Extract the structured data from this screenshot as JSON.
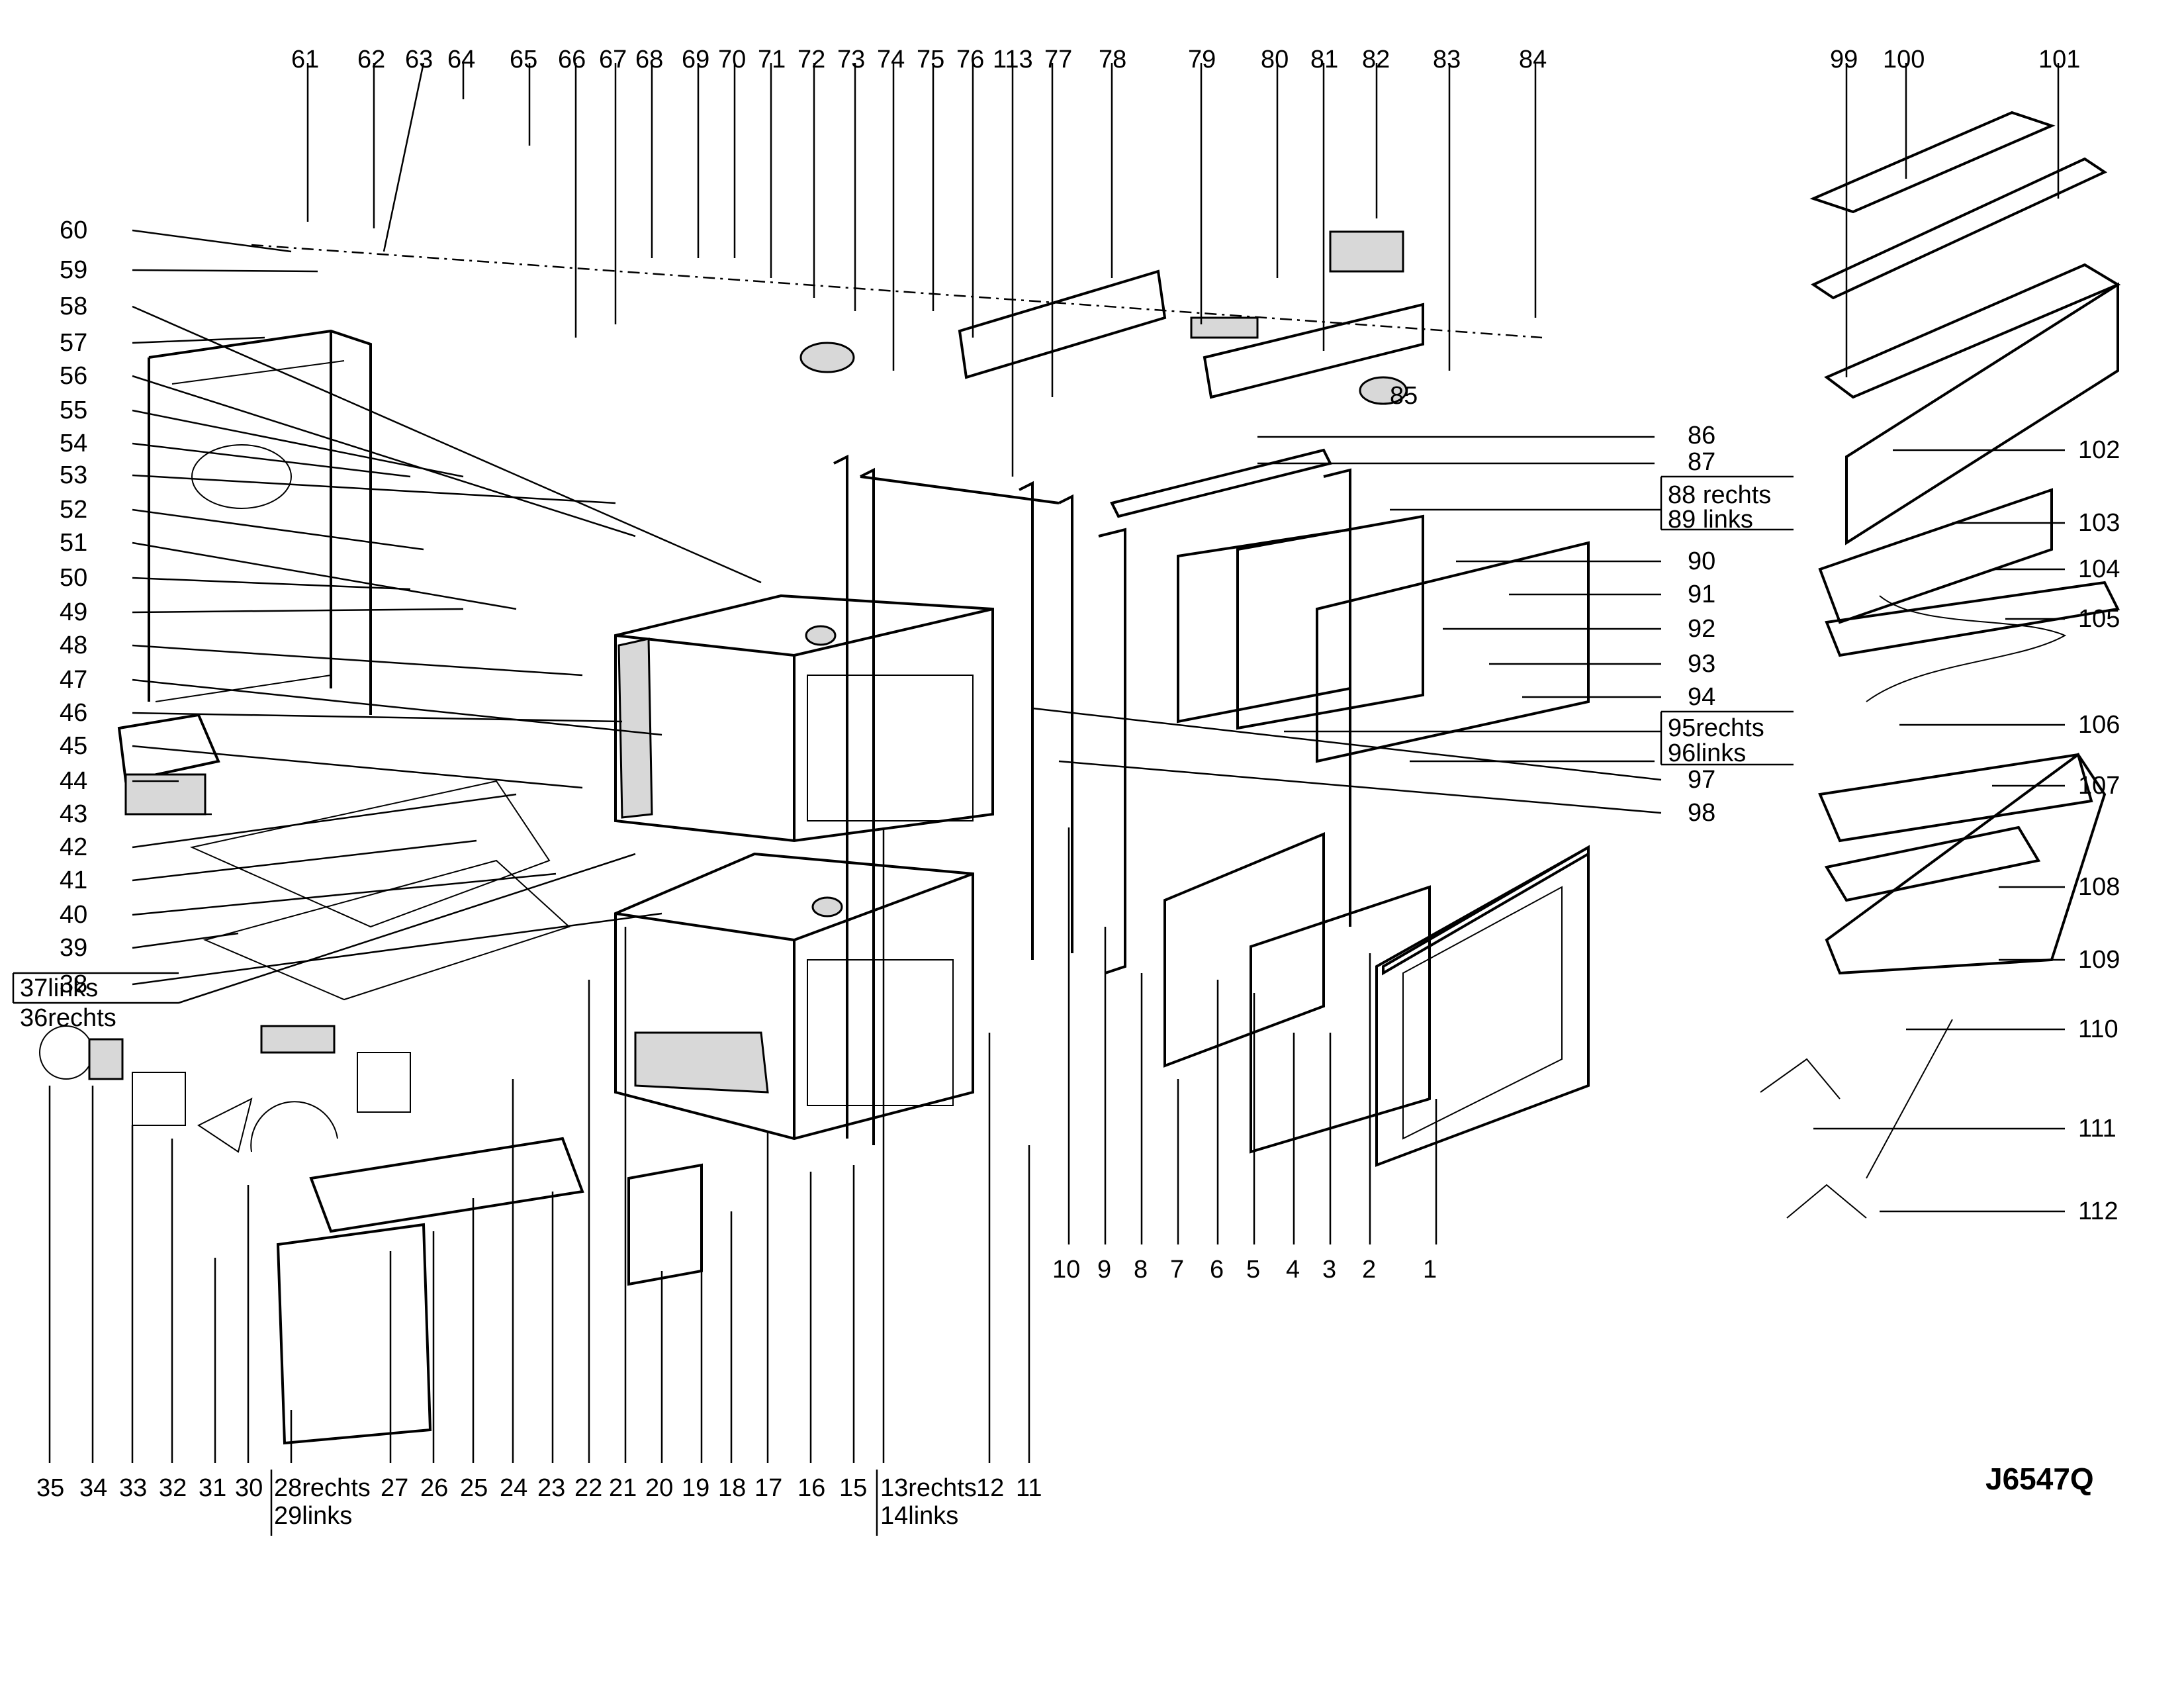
{
  "drawing_code": "J6547Q",
  "labels": {
    "1": "1",
    "2": "2",
    "3": "3",
    "4": "4",
    "5": "5",
    "6": "6",
    "7": "7",
    "8": "8",
    "9": "9",
    "10": "10",
    "11": "11",
    "12": "12",
    "13_14": [
      "13rechts",
      "14links"
    ],
    "15": "15",
    "16": "16",
    "17": "17",
    "18": "18",
    "19": "19",
    "20": "20",
    "21": "21",
    "22": "22",
    "23": "23",
    "24": "24",
    "25": "25",
    "26": "26",
    "27": "27",
    "28_29": [
      "28rechts",
      "29links"
    ],
    "30": "30",
    "31": "31",
    "32": "32",
    "33": "33",
    "34": "34",
    "35": "35",
    "36_37": [
      "37links",
      "36rechts"
    ],
    "38": "38",
    "39": "39",
    "40": "40",
    "41": "41",
    "42": "42",
    "43": "43",
    "44": "44",
    "45": "45",
    "46": "46",
    "47": "47",
    "48": "48",
    "49": "49",
    "50": "50",
    "51": "51",
    "52": "52",
    "53": "53",
    "54": "54",
    "55": "55",
    "56": "56",
    "57": "57",
    "58": "58",
    "59": "59",
    "60": "60",
    "61": "61",
    "62": "62",
    "63": "63",
    "64": "64",
    "65": "65",
    "66": "66",
    "67": "67",
    "68": "68",
    "69": "69",
    "70": "70",
    "71": "71",
    "72": "72",
    "73": "73",
    "74": "74",
    "75": "75",
    "76": "76",
    "77": "77",
    "78": "78",
    "79": "79",
    "80": "80",
    "81": "81",
    "82": "82",
    "83": "83",
    "84": "84",
    "85": "85",
    "86": "86",
    "87": "87",
    "88_89": [
      "88 rechts",
      "89 links"
    ],
    "90": "90",
    "91": "91",
    "92": "92",
    "93": "93",
    "94": "94",
    "95_96": [
      "95rechts",
      "96links"
    ],
    "97": "97",
    "98": "98",
    "99": "99",
    "100": "100",
    "101": "101",
    "102": "102",
    "103": "103",
    "104": "104",
    "105": "105",
    "106": "106",
    "107": "107",
    "108": "108",
    "109": "109",
    "110": "110",
    "111": "111",
    "112": "112",
    "113": "113"
  }
}
